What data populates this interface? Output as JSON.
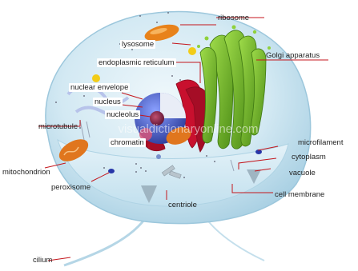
{
  "watermark": "visualdictionaryonline.com",
  "labels": {
    "ribosome": "ribosome",
    "lysosome": "lysosome",
    "golgi": "Golgi apparatus",
    "er": "endoplasmic reticulum",
    "nuclear_envelope": "nuclear envelope",
    "nucleus": "nucleus",
    "nucleolus": "nucleolus",
    "microtubule": "microtubule",
    "chromatin": "chromatin",
    "microfilament": "microfilament",
    "cytoplasm": "cytoplasm",
    "mitochondrion": "mitochondrion",
    "vacuole": "vacuole",
    "peroxisome": "peroxisome",
    "cell_membrane": "cell membrane",
    "centriole": "centriole",
    "cilium": "cilium"
  },
  "colors": {
    "cell_fill": "#cfe6f2",
    "cell_edge": "#9cc7dc",
    "leader": "#c4161c",
    "golgi": "#7bbf2a",
    "er": "#c8102e",
    "nucleus": "#3b4fb3",
    "mitochondrion": "#e0761e",
    "lysosome": "#e8821a"
  }
}
